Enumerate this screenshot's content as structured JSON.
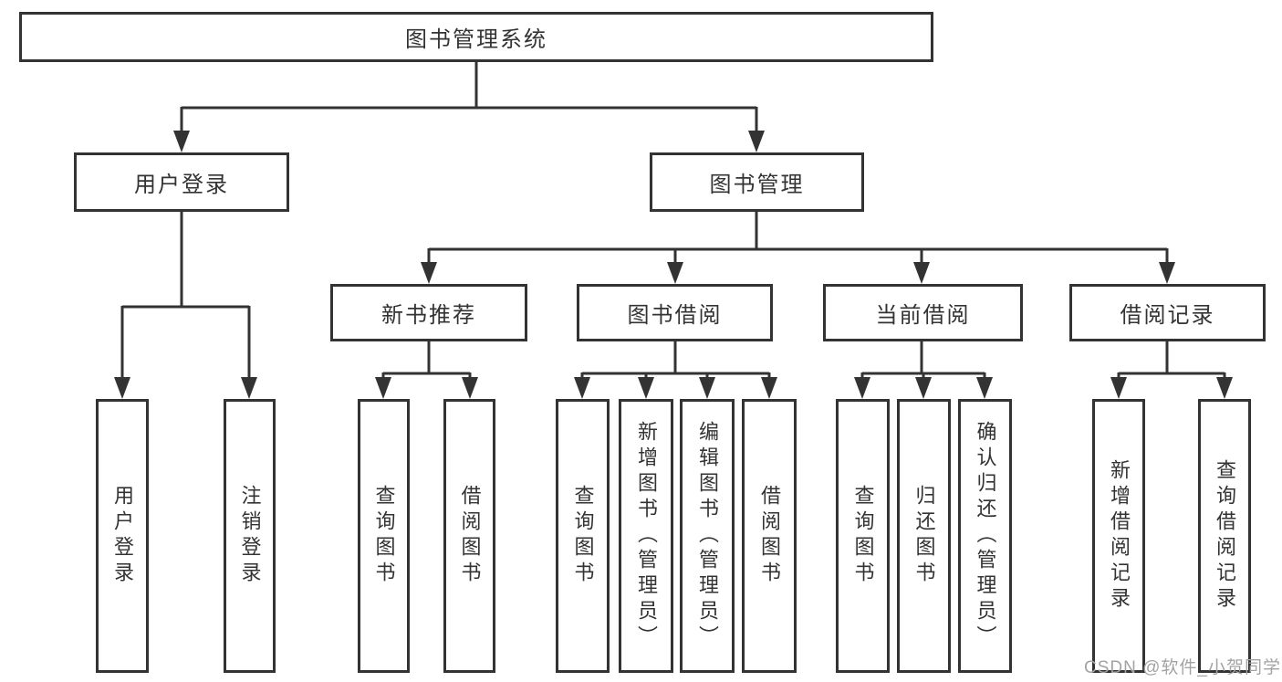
{
  "diagram": {
    "root": "图书管理系统",
    "level2": [
      {
        "label": "用户登录"
      },
      {
        "label": "图书管理"
      }
    ],
    "level3": [
      {
        "label": "新书推荐"
      },
      {
        "label": "图书借阅"
      },
      {
        "label": "当前借阅"
      },
      {
        "label": "借阅记录"
      }
    ],
    "leaves": {
      "user_login": [
        "用户登录",
        "注销登录"
      ],
      "new_book": [
        "查询图书",
        "借阅图书"
      ],
      "borrow": [
        "查询图书",
        "新增图书（管理员）",
        "编辑图书（管理员）",
        "借阅图书"
      ],
      "current": [
        "查询图书",
        "归还图书",
        "确认归还（管理员）"
      ],
      "records": [
        "新增借阅记录",
        "查询借阅记录"
      ]
    }
  },
  "watermark": {
    "text": "CSDN @软件_小贺同学"
  },
  "colors": {
    "line": "#333333",
    "text": "#333333",
    "background": "#ffffff",
    "watermark": "#a3a3a3"
  }
}
